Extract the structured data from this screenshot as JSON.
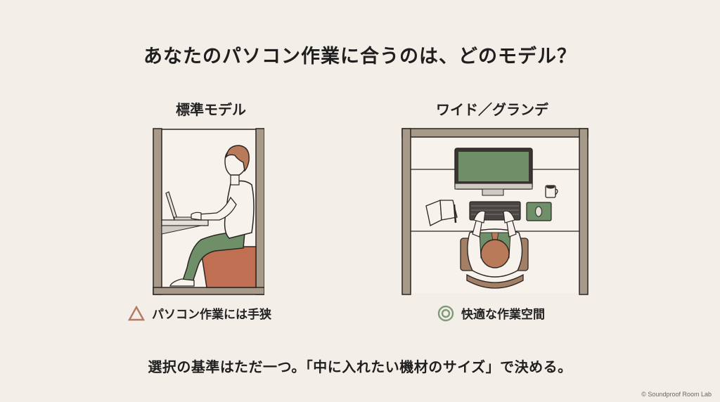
{
  "title": "あなたのパソコン作業に合うのは、どのモデル？",
  "models": [
    {
      "label": "標準モデル",
      "verdict_symbol": "triangle-icon",
      "verdict_symbol_color": "#b57a62",
      "verdict_text": "パソコン作業には手狭"
    },
    {
      "label": "ワイド／グランデ",
      "verdict_symbol": "double-circle-icon",
      "verdict_symbol_color": "#7e9a78",
      "verdict_text": "快適な作業空間"
    }
  ],
  "footer_message": "選択の基準はただ一つ。「中に入れたい機材のサイズ」で決める。",
  "copyright": "© Soundproof Room Lab",
  "colors": {
    "background": "#f3efe8",
    "frame": "#a89a89",
    "green": "#6f8f69",
    "terracotta": "#c06f52",
    "hair": "#b87a58",
    "outline": "#2a2522"
  }
}
